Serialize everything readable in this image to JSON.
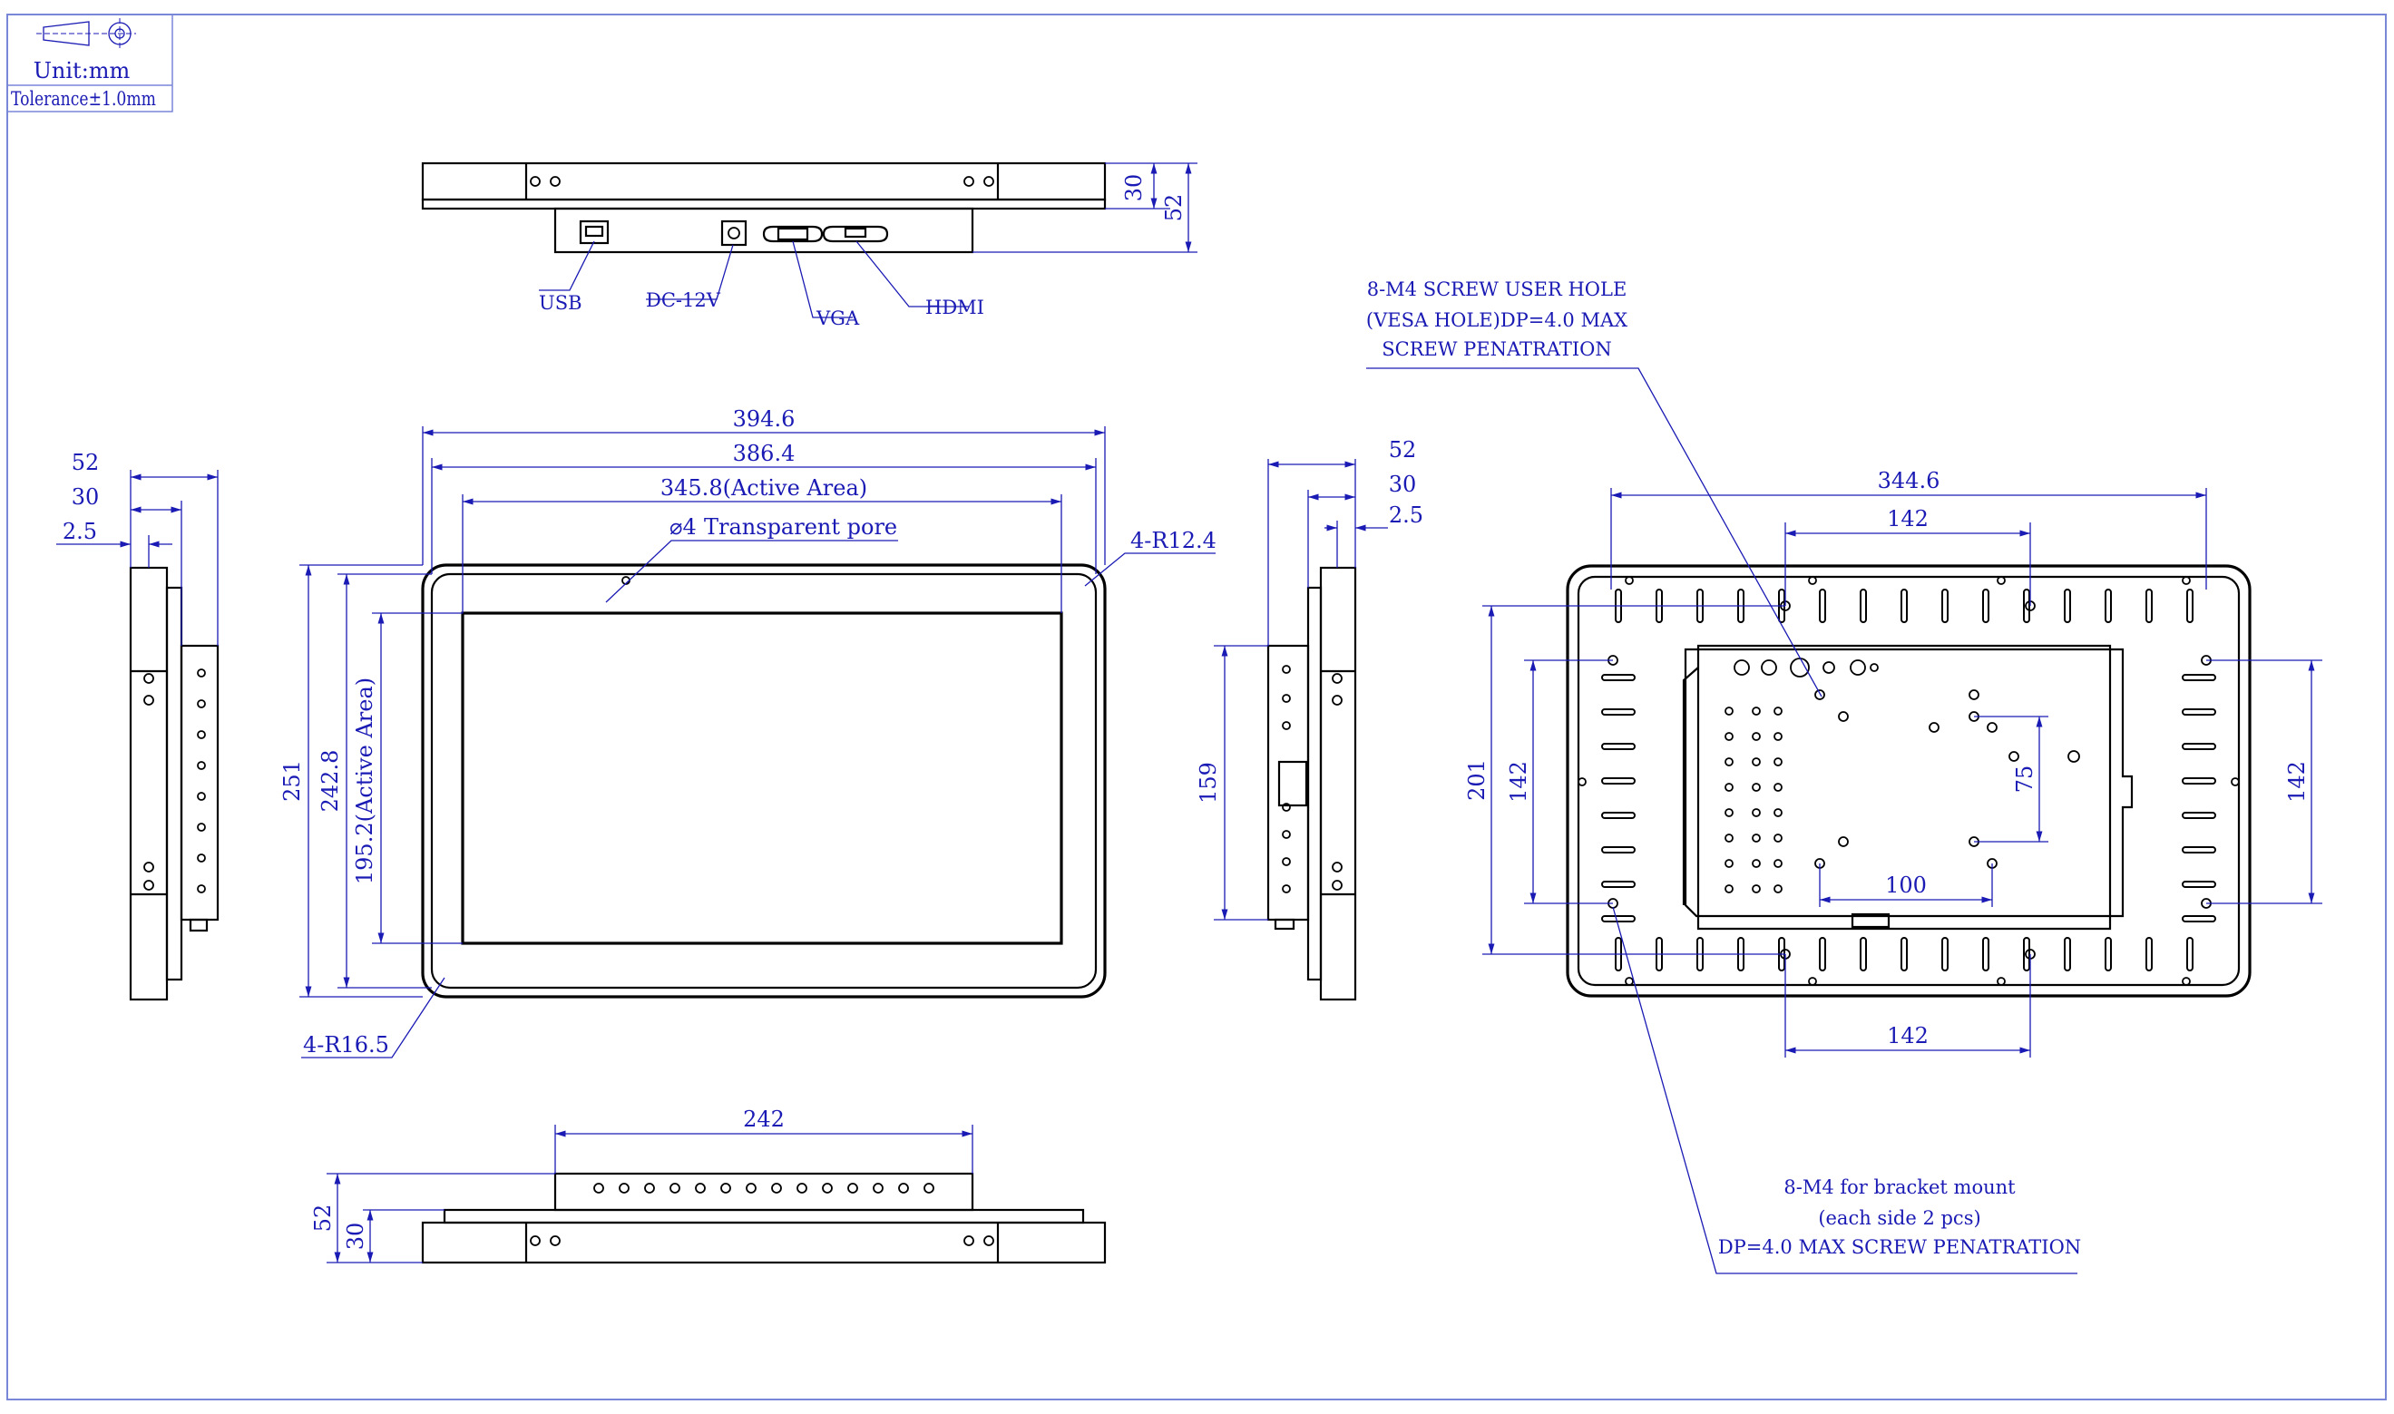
{
  "title_block": {
    "unit": "Unit:mm",
    "tolerance": "Tolerance±1.0mm"
  },
  "connectors": {
    "usb": "USB",
    "dc": "DC-12V",
    "vga": "VGA",
    "hdmi": "HDMI"
  },
  "top_view": {
    "dim_30": "30",
    "dim_52": "52"
  },
  "front_view": {
    "width_outer": "394.6",
    "width_bezel": "386.4",
    "width_active": "345.8(Active Area)",
    "pore_symbol": "⌀4",
    "pore_label": "Transparent pore",
    "corner_outer": "4-R12.4",
    "corner_bezel": "4-R16.5",
    "height_outer": "251",
    "height_bezel": "242.8",
    "height_active": "195.2(Active Area)"
  },
  "left_side": {
    "dim_52": "52",
    "dim_30": "30",
    "dim_2_5": "2.5"
  },
  "right_side": {
    "dim_52": "52",
    "dim_30": "30",
    "dim_2_5": "2.5",
    "dim_159": "159"
  },
  "bottom_view": {
    "dim_242": "242",
    "dim_52": "52",
    "dim_30": "30"
  },
  "back_view": {
    "vesa_note_line1": "8-M4 SCREW USER HOLE",
    "vesa_note_line2": "(VESA HOLE)DP=4.0 MAX",
    "vesa_note_line3": "SCREW PENATRATION",
    "width_total": "344.6",
    "dim_142_top": "142",
    "dim_142_bottom": "142",
    "dim_142_left": "142",
    "dim_142_right": "142",
    "dim_201": "201",
    "dim_75": "75",
    "dim_100": "100",
    "bracket_note_line1": "8-M4 for bracket mount",
    "bracket_note_line2": "(each side 2 pcs)",
    "bracket_note_line3": "DP=4.0 MAX SCREW PENATRATION"
  }
}
